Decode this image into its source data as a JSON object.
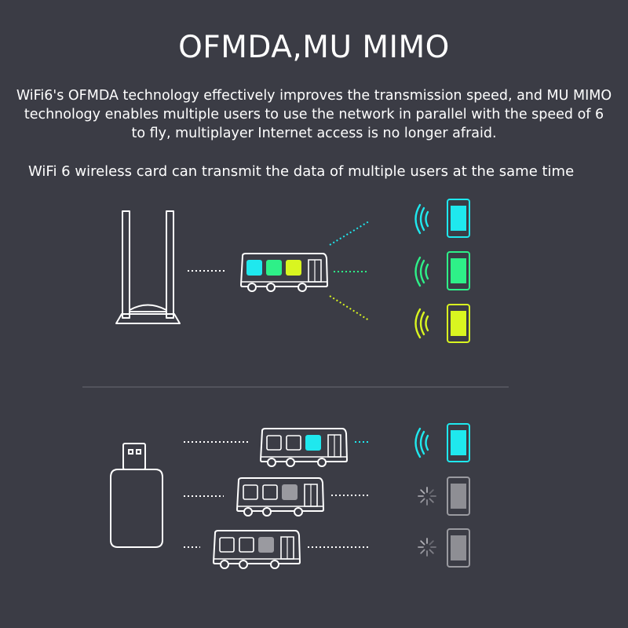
{
  "title": "OFMDA,MU MIMO",
  "description": "WiFi6's OFMDA technology effectively improves the transmission speed, and MU MIMO technology enables multiple users to use the network in parallel with the speed of 6 to fly, multiplayer Internet access is no longer afraid.",
  "subtitle": "WiFi 6 wireless card can transmit the data of multiple users at the same time",
  "colors": {
    "background": "#3b3c45",
    "cyan": "#1fe8ee",
    "green": "#2ef088",
    "yellow": "#d9f520",
    "inactive": "#9a9aa0"
  },
  "icons": [
    "wifi6-antenna-card",
    "bus",
    "wifi-signal-icon",
    "smartphone-icon",
    "usb-dongle",
    "loading-spinner-icon"
  ],
  "scenarios": {
    "wifi6": {
      "bus_cargo": [
        "cyan",
        "green",
        "yellow"
      ],
      "phones": [
        "cyan",
        "green",
        "yellow"
      ],
      "phone_status": [
        "connected",
        "connected",
        "connected"
      ]
    },
    "legacy": {
      "buses": [
        {
          "cargo": [
            "empty",
            "empty",
            "cyan"
          ],
          "phone": "cyan",
          "phone_status": "connected"
        },
        {
          "cargo": [
            "empty",
            "empty",
            "gray"
          ],
          "phone": "gray",
          "phone_status": "waiting"
        },
        {
          "cargo": [
            "empty",
            "empty",
            "gray"
          ],
          "phone": "gray",
          "phone_status": "waiting"
        }
      ]
    }
  }
}
